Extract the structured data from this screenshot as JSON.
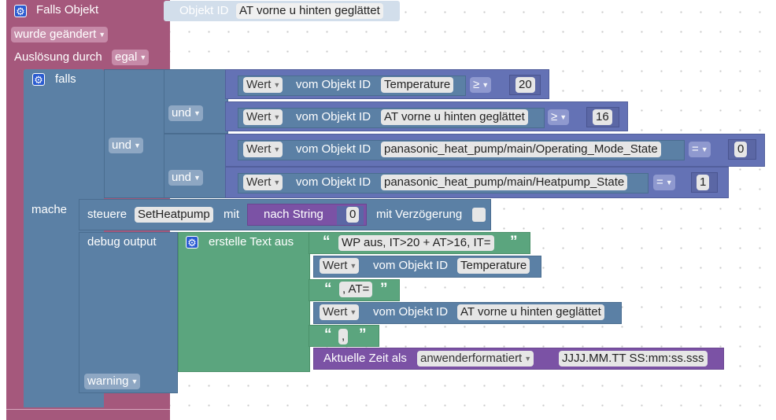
{
  "trigger": {
    "title": "Falls Objekt",
    "objid_label": "Objekt ID",
    "objid_value": "AT vorne u hinten geglättet",
    "changed_option": "wurde geändert",
    "trigger_label": "Auslösung durch",
    "trigger_option": "egal"
  },
  "if_block": {
    "falls_label": "falls",
    "mache_label": "mache",
    "und1_label": "und",
    "und2_label": "und",
    "und3_label": "und",
    "conditions": [
      {
        "prop": "Wert",
        "of_label": "vom Objekt ID",
        "object": "Temperature",
        "op": "≥",
        "value": "20"
      },
      {
        "prop": "Wert",
        "of_label": "vom Objekt ID",
        "object": "AT vorne u hinten geglättet",
        "op": "≥",
        "value": "16"
      },
      {
        "prop": "Wert",
        "of_label": "vom Objekt ID",
        "object": "panasonic_heat_pump/main/Operating_Mode_State",
        "op": "=",
        "value": "0"
      },
      {
        "prop": "Wert",
        "of_label": "vom Objekt ID",
        "object": "panasonic_heat_pump/main/Heatpump_State",
        "op": "=",
        "value": "1"
      }
    ]
  },
  "control": {
    "label": "steuere",
    "target": "SetHeatpump",
    "with_label": "mit",
    "conv_label": "nach String",
    "value": "0",
    "delay_label": "mit Verzögerung"
  },
  "debug": {
    "label": "debug output",
    "level": "warning",
    "text_label": "erstelle Text aus",
    "parts": {
      "text1": "WP aus, IT>20 + AT>16, IT=",
      "get1_prop": "Wert",
      "get1_of": "vom Objekt ID",
      "get1_object": "Temperature",
      "text2": ", AT=",
      "get2_prop": "Wert",
      "get2_of": "vom Objekt ID",
      "get2_object": "AT vorne u hinten geglättet",
      "text3": ",",
      "time_label": "Aktuelle Zeit als",
      "time_format": "anwenderformatiert",
      "time_pattern": "JJJJ.MM.TT SS:mm:ss.sss"
    }
  },
  "colors": {
    "trigger": "#a5587c",
    "logic": "#5b80a5",
    "compare": "#6472b5",
    "number": "#5b67a5",
    "control": "#5b80a5",
    "text": "#5ba57e",
    "time": "#7b52a5"
  },
  "icons": {
    "gear": "gear-icon",
    "quote": "quote-icon"
  }
}
